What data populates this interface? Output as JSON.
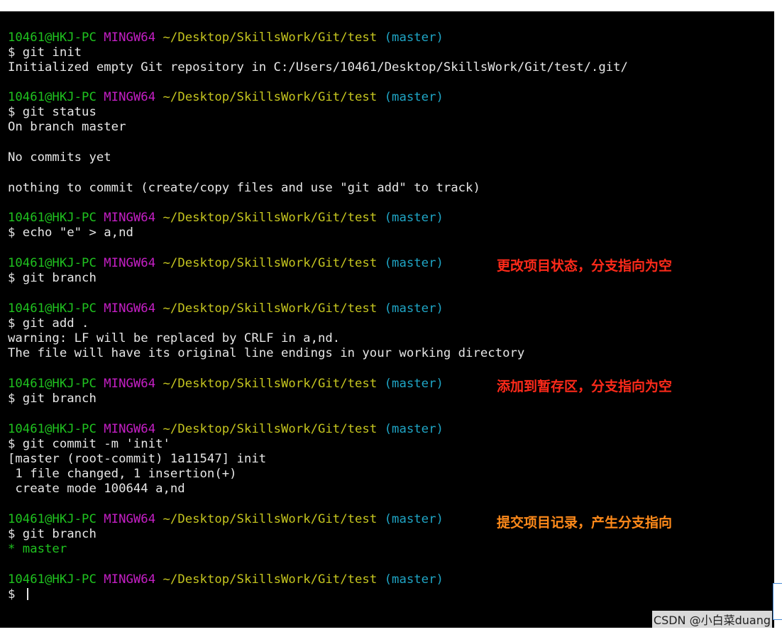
{
  "prompt": {
    "user": "10461@HKJ-PC",
    "msys": "MINGW64",
    "path": "~/Desktop/SkillsWork/Git/test",
    "branch": "(master)"
  },
  "lines": [
    {
      "kind": "prompt"
    },
    {
      "kind": "cmd",
      "text": "$ git init"
    },
    {
      "kind": "out",
      "text": "Initialized empty Git repository in C:/Users/10461/Desktop/SkillsWork/Git/test/.git/"
    },
    {
      "kind": "prompt"
    },
    {
      "kind": "cmd",
      "text": "$ git status"
    },
    {
      "kind": "out",
      "text": "On branch master"
    },
    {
      "kind": "out",
      "text": "No commits yet"
    },
    {
      "kind": "out",
      "text": "nothing to commit (create/copy files and use \"git add\" to track)"
    },
    {
      "kind": "prompt"
    },
    {
      "kind": "cmd",
      "text": "$ echo \"e\" > a,nd"
    },
    {
      "kind": "prompt"
    },
    {
      "kind": "cmd",
      "text": "$ git branch"
    },
    {
      "kind": "prompt"
    },
    {
      "kind": "cmd",
      "text": "$ git add ."
    },
    {
      "kind": "out",
      "text": "warning: LF will be replaced by CRLF in a,nd."
    },
    {
      "kind": "out",
      "text": "The file will have its original line endings in your working directory"
    },
    {
      "kind": "prompt"
    },
    {
      "kind": "cmd",
      "text": "$ git branch"
    },
    {
      "kind": "prompt"
    },
    {
      "kind": "cmd",
      "text": "$ git commit -m 'init'"
    },
    {
      "kind": "out",
      "text": "[master (root-commit) 1a11547] init"
    },
    {
      "kind": "out",
      "text": " 1 file changed, 1 insertion(+)"
    },
    {
      "kind": "out",
      "text": " create mode 100644 a,nd"
    },
    {
      "kind": "prompt"
    },
    {
      "kind": "cmd",
      "text": "$ git branch"
    },
    {
      "kind": "out",
      "text": "* master",
      "color": "#1fc21f"
    },
    {
      "kind": "prompt"
    },
    {
      "kind": "cmd",
      "text": "$ ",
      "cursor": true
    }
  ],
  "annotations": [
    {
      "text": "更改项目状态，分支指向为空",
      "color": "#ff2a1a"
    },
    {
      "text": "添加到暂存区，分支指向为空",
      "color": "#ff2a1a"
    },
    {
      "text": "提交项目记录，产生分支指向",
      "color": "#ff8a1a"
    }
  ],
  "footer": {
    "watermark": "CSDN @小白菜duang"
  },
  "colors": {
    "background": "#000000",
    "text": "#e6e6e6",
    "user": "#1fc21f",
    "msys": "#c51fc5",
    "path": "#c5c51f",
    "branch": "#1fa5c5"
  }
}
